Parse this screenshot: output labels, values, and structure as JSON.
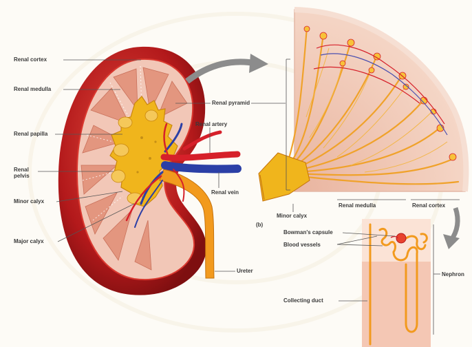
{
  "labels": {
    "renal_cortex": "Renal cortex",
    "renal_medulla": "Renal medulla",
    "renal_papilla": "Renal papilla",
    "renal_pelvis_line1": "Renal",
    "renal_pelvis_line2": "pelvis",
    "minor_calyx": "Minor calyx",
    "major_calyx": "Major calyx",
    "renal_pyramid": "Renal pyramid",
    "renal_artery": "Renal artery",
    "renal_vein": "Renal vein",
    "ureter": "Ureter",
    "minor_calyx_b": "Minor calyx",
    "panel_b": "(b)",
    "renal_medulla_b": "Renal medulla",
    "renal_cortex_b": "Renal cortex",
    "bowmans_capsule": "Bowman's capsule",
    "blood_vessels": "Blood vessels",
    "nephron": "Nephron",
    "collecting_duct": "Collecting duct"
  },
  "colors": {
    "kidney_outer": "#b3191b",
    "kidney_capsule": "#d9382f",
    "cortex": "#f2c7b7",
    "medulla_pyramid": "#e3967f",
    "pelvis": "#f0b51c",
    "artery": "#d6202a",
    "vein": "#2b3fa6",
    "ureter": "#f29a1e",
    "wedge": "#f3d3c3",
    "tubule": "#f0a22a",
    "nephron_panel": "#f4c7b4",
    "arrow": "#8c8c8c"
  }
}
